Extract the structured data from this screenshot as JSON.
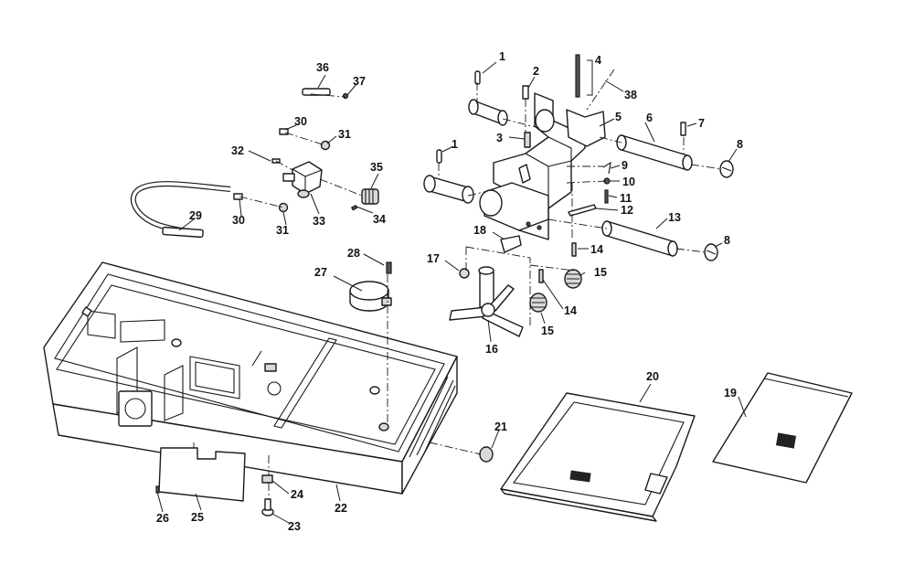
{
  "diagram": {
    "callouts": [
      {
        "id": "c1a",
        "label": "1"
      },
      {
        "id": "c1b",
        "label": "1"
      },
      {
        "id": "c2",
        "label": "2"
      },
      {
        "id": "c3",
        "label": "3"
      },
      {
        "id": "c4",
        "label": "4"
      },
      {
        "id": "c5",
        "label": "5"
      },
      {
        "id": "c6",
        "label": "6"
      },
      {
        "id": "c7",
        "label": "7"
      },
      {
        "id": "c8a",
        "label": "8"
      },
      {
        "id": "c8b",
        "label": "8"
      },
      {
        "id": "c9",
        "label": "9"
      },
      {
        "id": "c10",
        "label": "10"
      },
      {
        "id": "c11",
        "label": "11"
      },
      {
        "id": "c12",
        "label": "12"
      },
      {
        "id": "c13",
        "label": "13"
      },
      {
        "id": "c14a",
        "label": "14"
      },
      {
        "id": "c14b",
        "label": "14"
      },
      {
        "id": "c15a",
        "label": "15"
      },
      {
        "id": "c15b",
        "label": "15"
      },
      {
        "id": "c16",
        "label": "16"
      },
      {
        "id": "c17",
        "label": "17"
      },
      {
        "id": "c18",
        "label": "18"
      },
      {
        "id": "c19",
        "label": "19"
      },
      {
        "id": "c20",
        "label": "20"
      },
      {
        "id": "c21",
        "label": "21"
      },
      {
        "id": "c22",
        "label": "22"
      },
      {
        "id": "c23",
        "label": "23"
      },
      {
        "id": "c24",
        "label": "24"
      },
      {
        "id": "c25",
        "label": "25"
      },
      {
        "id": "c26",
        "label": "26"
      },
      {
        "id": "c27",
        "label": "27"
      },
      {
        "id": "c28",
        "label": "28"
      },
      {
        "id": "c29",
        "label": "29"
      },
      {
        "id": "c30a",
        "label": "30"
      },
      {
        "id": "c30b",
        "label": "30"
      },
      {
        "id": "c31a",
        "label": "31"
      },
      {
        "id": "c31b",
        "label": "31"
      },
      {
        "id": "c32",
        "label": "32"
      },
      {
        "id": "c33",
        "label": "33"
      },
      {
        "id": "c34",
        "label": "34"
      },
      {
        "id": "c35",
        "label": "35"
      },
      {
        "id": "c36",
        "label": "36"
      },
      {
        "id": "c37",
        "label": "37"
      },
      {
        "id": "c38",
        "label": "38"
      }
    ]
  }
}
